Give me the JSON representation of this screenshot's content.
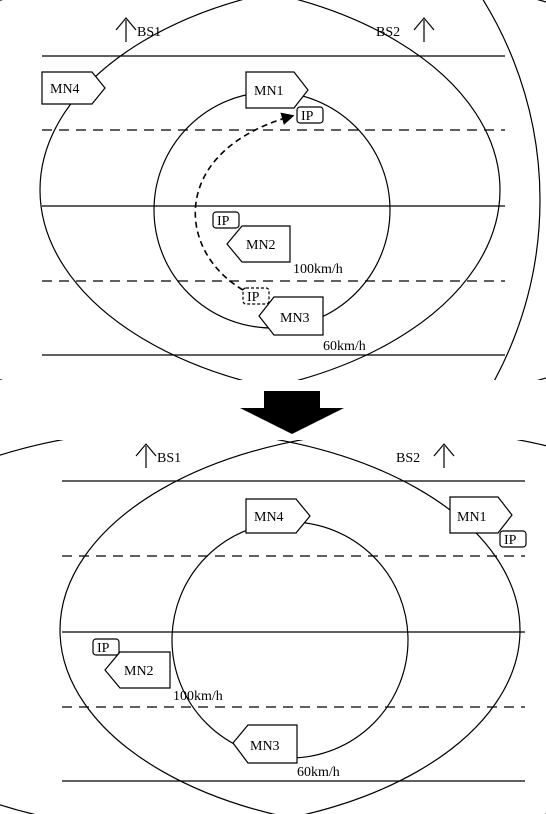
{
  "top": {
    "bs1_label": "BS1",
    "bs2_label": "BS2",
    "mn1_label": "MN1",
    "mn2_label": "MN2",
    "mn3_label": "MN3",
    "mn4_label": "MN4",
    "ip_mn1": "IP",
    "ip_mn2": "IP",
    "ip_mn3_old": "IP",
    "speed_mn2": "100km/h",
    "speed_mn3": "60km/h"
  },
  "bottom": {
    "bs1_label": "BS1",
    "bs2_label": "BS2",
    "mn1_label": "MN1",
    "mn2_label": "MN2",
    "mn3_label": "MN3",
    "mn4_label": "MN4",
    "ip_mn1": "IP",
    "ip_mn2": "IP",
    "speed_mn2": "100km/h",
    "speed_mn3": "60km/h"
  },
  "colors": {
    "line": "#000000",
    "background": "#ffffff",
    "arrow_fill": "#000000"
  }
}
